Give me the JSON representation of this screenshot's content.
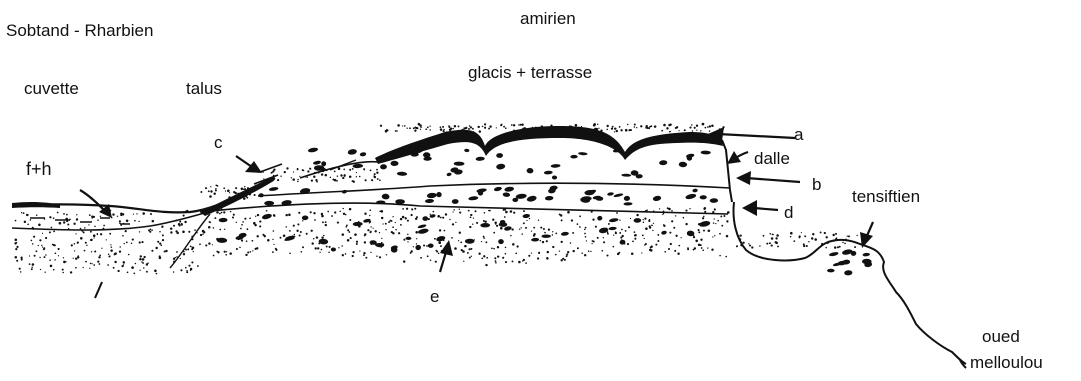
{
  "labels": {
    "sobtand": "Sobtand - Rharbien",
    "amirien": "amirien",
    "cuvette": "cuvette",
    "talus": "talus",
    "glacis": "glacis + terrasse",
    "fh": "f+h",
    "c": "c",
    "a": "a",
    "dalle": "dalle",
    "b": "b",
    "d": "d",
    "tensiftien": "tensiftien",
    "e": "e",
    "oued": "oued",
    "melloulou": "melloulou"
  },
  "colors": {
    "ink": "#111111",
    "background": "#ffffff"
  }
}
